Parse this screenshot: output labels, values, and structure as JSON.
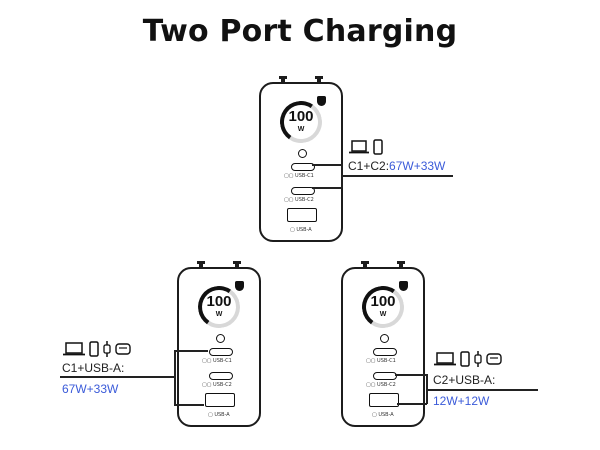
{
  "title": "Two Port Charging",
  "charger": {
    "power_number": "100",
    "power_unit": "W",
    "port_c1": "USB-C1",
    "port_c2": "USB-C2",
    "port_a": "USB-A"
  },
  "configs": [
    {
      "ports": "C1+C2:",
      "power": "67W+33W"
    },
    {
      "ports": "C1+USB-A:",
      "power": "67W+33W"
    },
    {
      "ports": "C2+USB-A:",
      "power": "12W+12W"
    }
  ],
  "colors": {
    "accent": "#3b5bd9",
    "stroke": "#1c1c1c"
  }
}
